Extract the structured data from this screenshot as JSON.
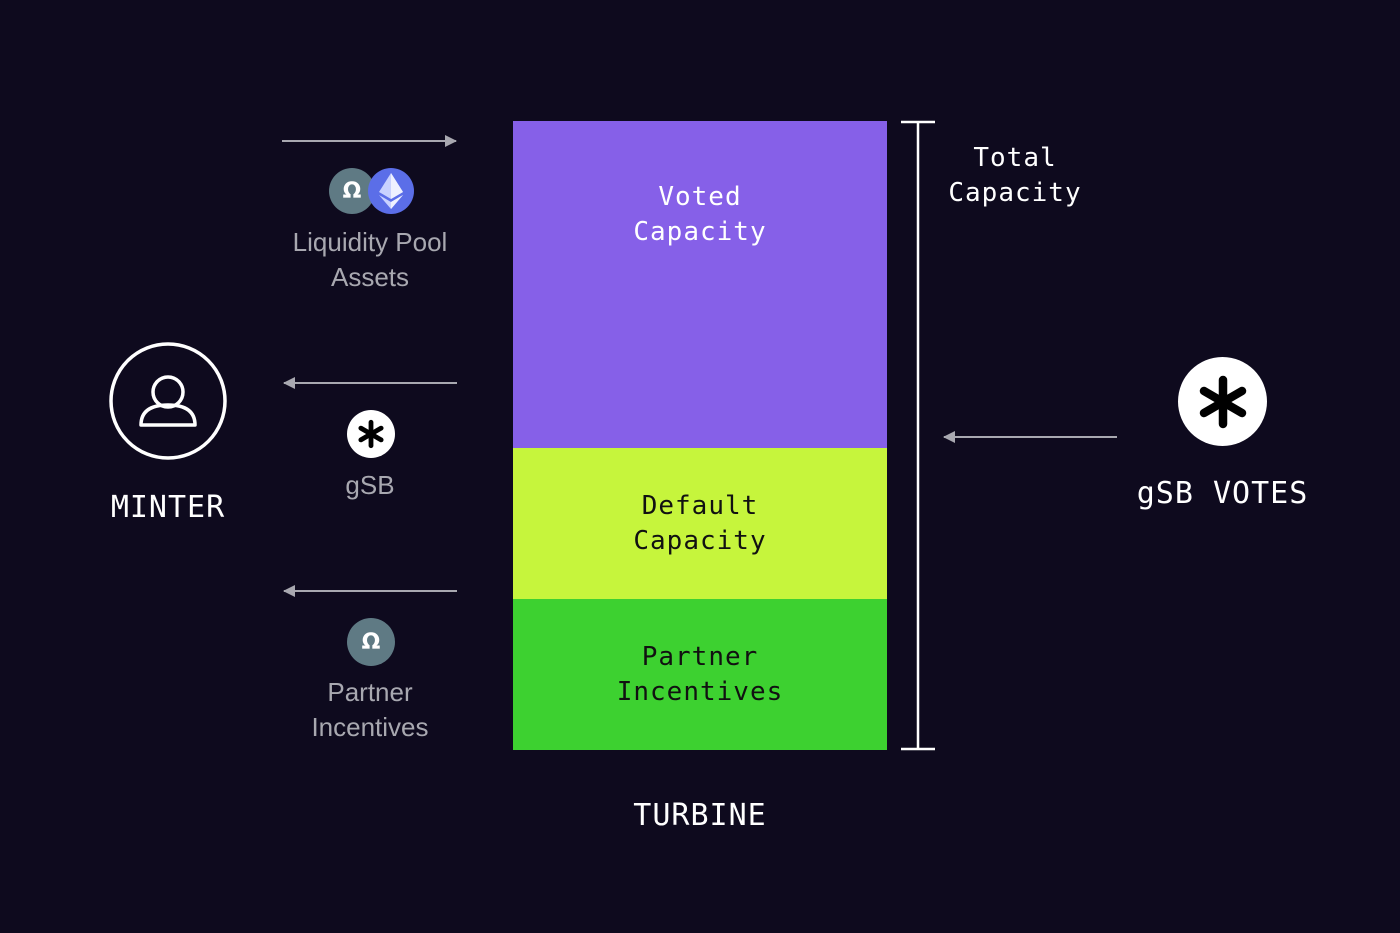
{
  "turbine": {
    "blocks": [
      {
        "label": "Voted\nCapacity",
        "color": "#8660e8"
      },
      {
        "label": "Default\nCapacity",
        "color": "#c6f53c"
      },
      {
        "label": "Partner\nIncentives",
        "color": "#3dd130"
      }
    ],
    "label": "TURBINE"
  },
  "total_capacity": {
    "label": "Total\nCapacity"
  },
  "minter": {
    "label": "MINTER",
    "icon": "user-icon"
  },
  "votes": {
    "label": "gSB VOTES",
    "icon": "asterisk-icon"
  },
  "flows": {
    "liquidity_pool": {
      "label": "Liquidity Pool\nAssets",
      "icons": [
        "omega-coin-icon",
        "ethereum-icon"
      ]
    },
    "gsb": {
      "label": "gSB",
      "icon": "asterisk-icon"
    },
    "partner_incentives": {
      "label": "Partner\nIncentives",
      "icon": "omega-coin-icon"
    },
    "omega_glyph": "Ω"
  },
  "colors": {
    "background": "#0e0a1e",
    "voted": "#8660e8",
    "default": "#c6f53c",
    "partner": "#3dd130",
    "arrow": "#a8a8b0",
    "omega_coin": "#5f7a84",
    "ethereum_coin": "#5b6ee8"
  }
}
